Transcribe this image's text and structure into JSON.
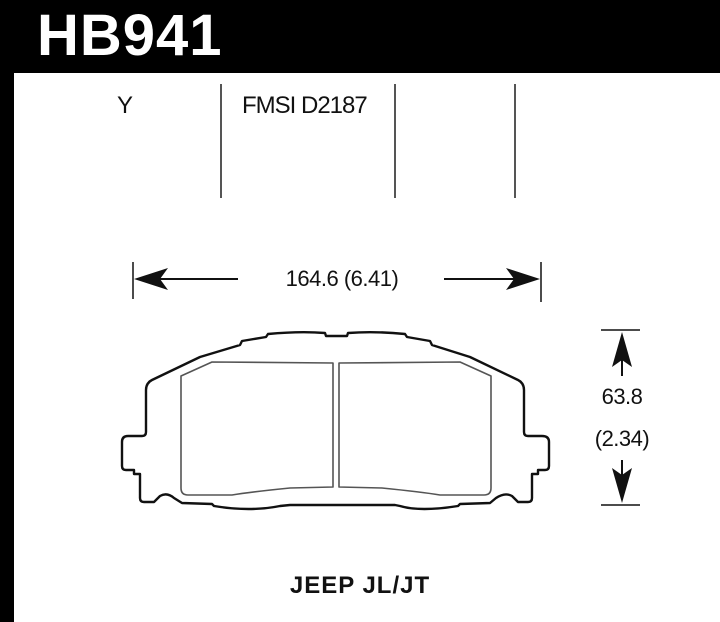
{
  "header": {
    "part_number": "HB941"
  },
  "specs": {
    "position_code": "Y",
    "fmsi": "FMSI D2187"
  },
  "dimensions": {
    "width_label": "164.6 (6.41)",
    "width_mm": "164.6",
    "width_in": "(6.41)",
    "height_mm": "63.8",
    "height_in": "(2.34)"
  },
  "vehicle": {
    "application": "JEEP JL/JT"
  },
  "colors": {
    "header_bg": "#000000",
    "header_text": "#ffffff",
    "line": "#111111",
    "divider": "#555555"
  }
}
